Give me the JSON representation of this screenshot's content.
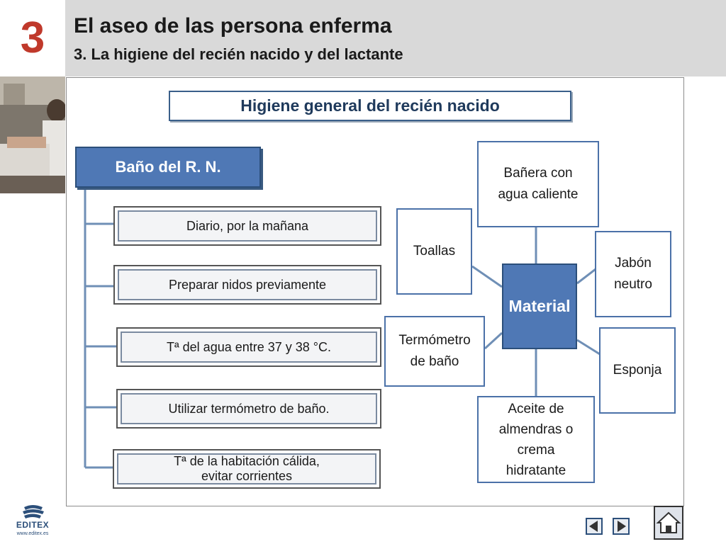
{
  "header": {
    "chapter_number": "3",
    "title": "El aseo de las persona enferma",
    "subtitle": "3. La higiene del recién nacido y del lactante"
  },
  "diagram": {
    "heading": "Higiene general del recién nacido",
    "bath_title": "Baño del R. N.",
    "bath_items": [
      "Diario, por la mañana",
      "Preparar nidos previamente",
      "Tª del agua entre 37 y 38 °C.",
      "Utilizar termómetro de baño.",
      "Tª de la habitación cálida, evitar corrientes"
    ],
    "material_title": "Material",
    "materials": [
      "Bañera con agua caliente",
      "Toallas",
      "Jabón neutro",
      "Termómetro de baño",
      "Esponja",
      "Aceite de almendras o crema hidratante"
    ]
  },
  "footer": {
    "logo_text": "EDITEX",
    "logo_url": "www.editex.es"
  },
  "colors": {
    "accent_blue": "#4f78b5",
    "chapter_red": "#c0392b",
    "header_gray": "#d9d9d9"
  },
  "icons": [
    "prev-arrow-icon",
    "next-arrow-icon",
    "home-icon",
    "editex-logo-icon"
  ]
}
